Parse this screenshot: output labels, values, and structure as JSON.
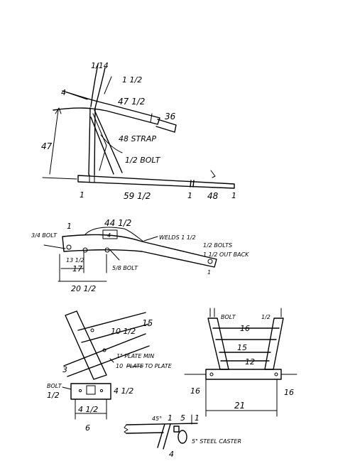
{
  "colors": {
    "ink": "#000000",
    "paper": "#ffffff"
  },
  "sketch1": {
    "top_angle": "1/14",
    "offset_top": "1 1/2",
    "left_width": "4",
    "arm_length": "47 1/2",
    "arm_tail": "36",
    "brace_label": "48 STRAP",
    "bolt_label": "1/2 BOLT",
    "height": "47",
    "base_left": "1",
    "base_length": "59 1/2",
    "base_mid": "1",
    "base_right": "48",
    "base_end": "1"
  },
  "sketch2": {
    "top_left": "1",
    "top_length": "44 1/2",
    "box_label": "4",
    "weld_label": "WELDS 1 1/2",
    "bolt_34": "3/4 BOLT",
    "bolt_right": "1/2 BOLTS",
    "bolt_right_2": "1 1/2 OUT BACK",
    "offset_1": "13 1/2",
    "spacing": "17",
    "bolt_58": "5/8 BOLT",
    "overall": "20 1/2",
    "end_one": "1"
  },
  "sketch3": {
    "top_dim": "15",
    "mid_dim": "10 1/2",
    "plate_note": "1\" PLATE MIN",
    "crossed_text": "PLATE",
    "plate_after": "TO PLATE",
    "small_10": "10",
    "left_3": "3",
    "bolt": "BOLT",
    "bolt_half": "1/2",
    "right_dim": "4 1/2",
    "bottom_dim": "4 1/2",
    "six": "6"
  },
  "sketch4": {
    "bolt": "BOLT",
    "one_half": "1/2",
    "width_16": "16",
    "width_15": "15",
    "height_12": "12",
    "side_left": "16",
    "side_right": "16",
    "base_21": "21"
  },
  "sketch5": {
    "angle": "45°",
    "one_a": "1",
    "five": "5",
    "one_b": "1",
    "four": "4",
    "caster": "5\" STEEL CASTER"
  }
}
